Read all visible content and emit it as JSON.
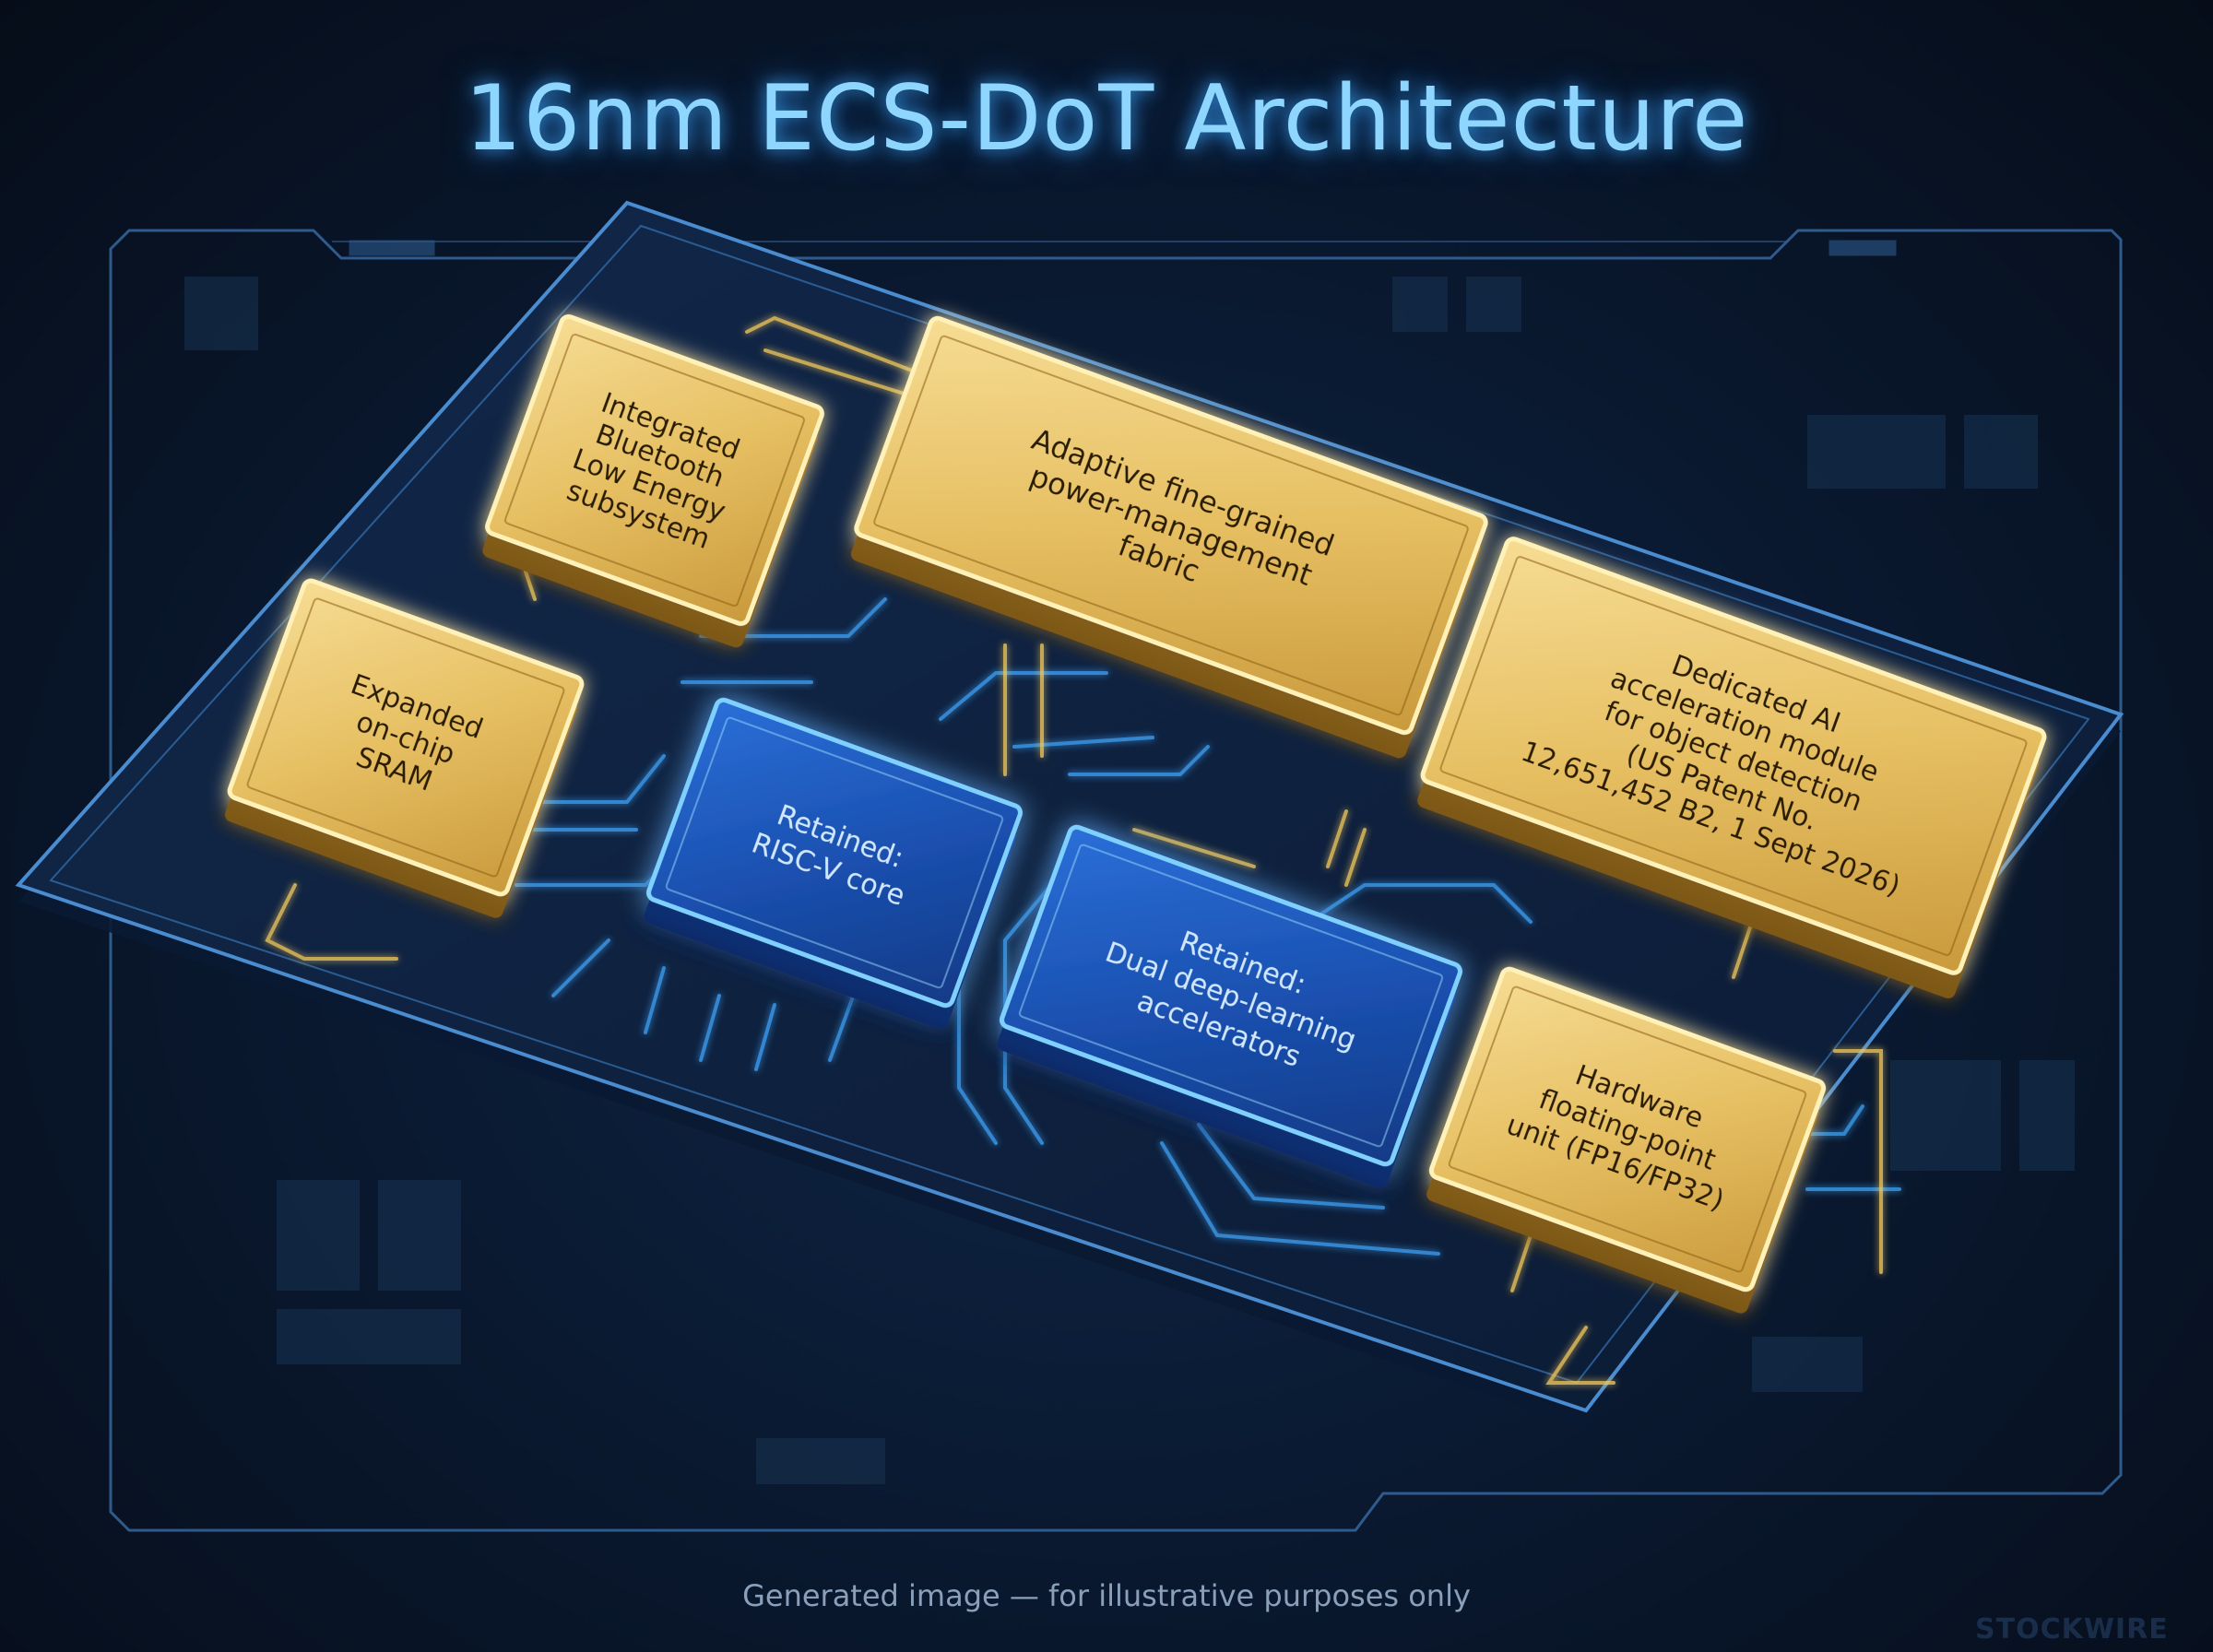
{
  "title": "16nm ECS-DoT Architecture",
  "footnote": "Generated image — for illustrative purposes only",
  "watermark": "STOCKWIRE",
  "colors": {
    "background": "#07111f",
    "title_glow": "#8fd6ff",
    "gold_block": "#e8c36a",
    "blue_block": "#1f5fc8",
    "blue_trace": "#3fa8ff",
    "gold_trace": "#f2c95c"
  },
  "blocks": [
    {
      "id": "ble",
      "kind": "new",
      "lines": [
        "Integrated",
        "Bluetooth",
        "Low Energy",
        "subsystem"
      ]
    },
    {
      "id": "power",
      "kind": "new",
      "lines": [
        "Adaptive fine-grained",
        "power-management",
        "fabric"
      ]
    },
    {
      "id": "sram",
      "kind": "new",
      "lines": [
        "Expanded",
        "on-chip",
        "SRAM"
      ]
    },
    {
      "id": "ai",
      "kind": "new",
      "lines": [
        "Dedicated AI",
        "acceleration module",
        "for object detection",
        "(US Patent No.",
        "12,651,452 B2, 1 Sept 2026)"
      ]
    },
    {
      "id": "risc",
      "kind": "retained",
      "lines": [
        "Retained:",
        "RISC-V core"
      ]
    },
    {
      "id": "dla",
      "kind": "retained",
      "lines": [
        "Retained:",
        "Dual deep-learning",
        "accelerators"
      ]
    },
    {
      "id": "fpu",
      "kind": "new",
      "lines": [
        "Hardware",
        "floating-point",
        "unit (FP16/FP32)"
      ]
    }
  ]
}
